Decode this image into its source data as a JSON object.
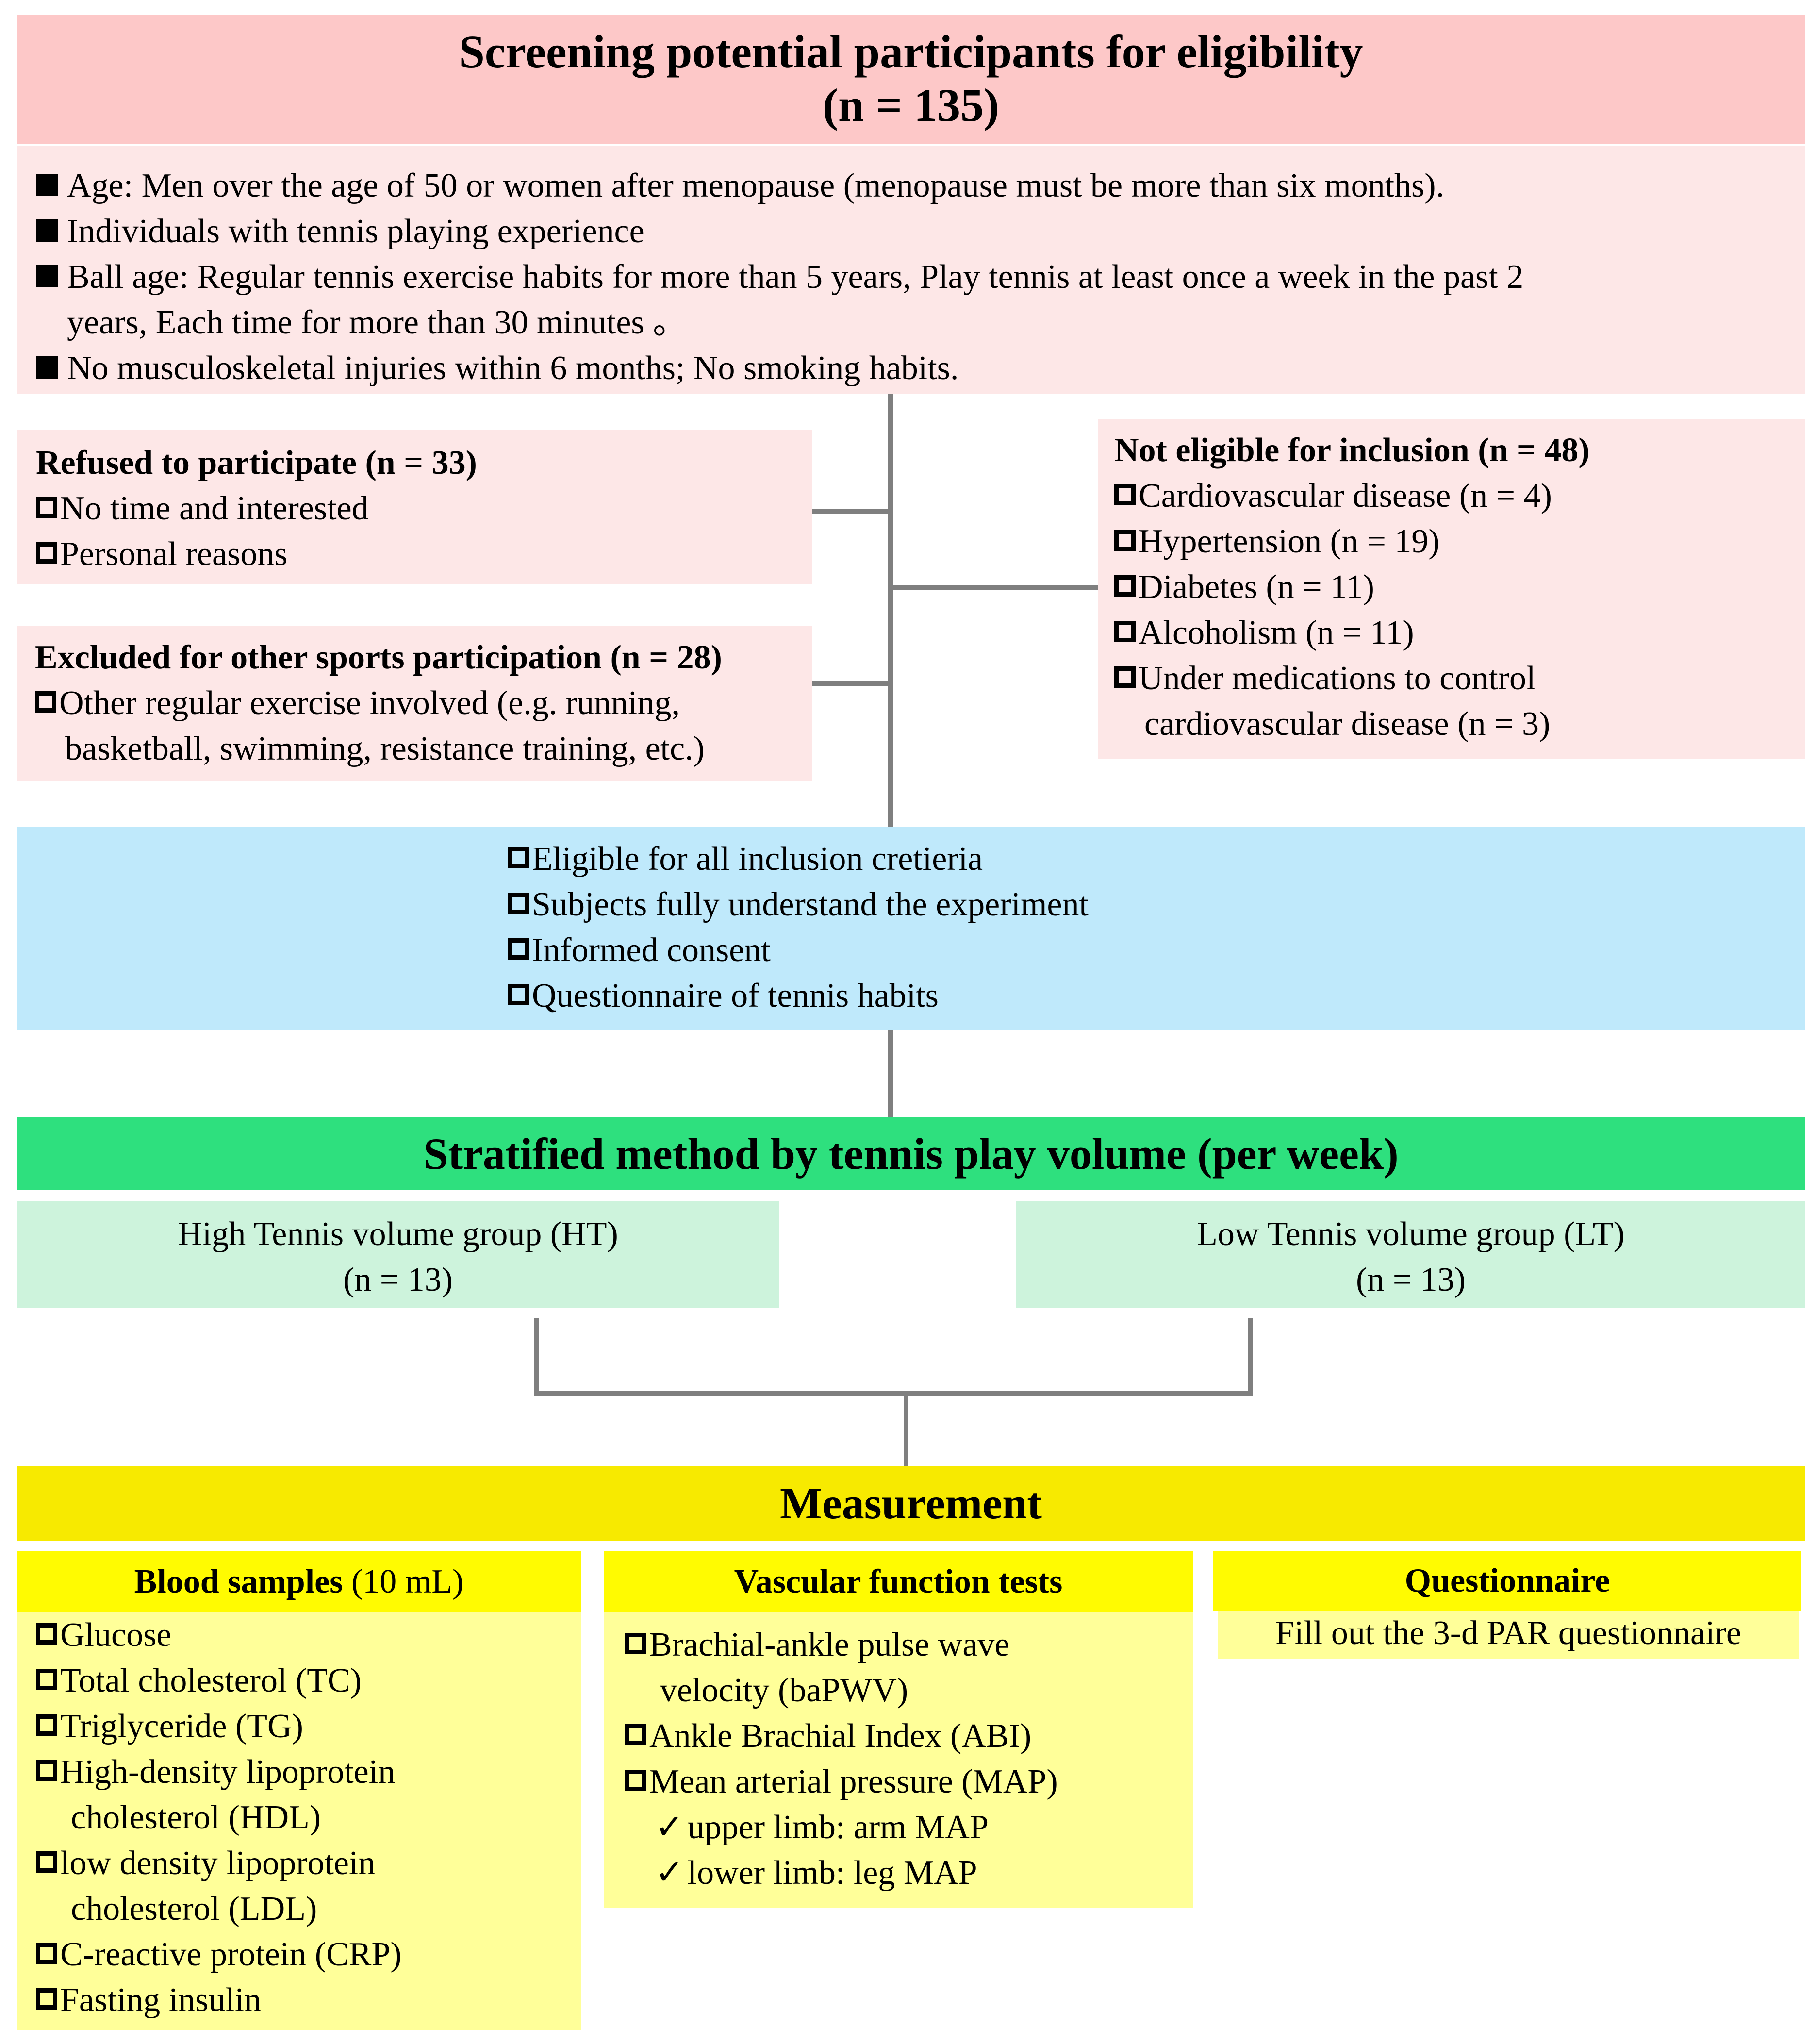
{
  "screening": {
    "title": "Screening potential participants for eligibility",
    "count": "(n = 135)",
    "criteria": [
      {
        "first": "Age: Men over the age of 50 or women after menopause (menopause must be more than six months).",
        "second": ""
      },
      {
        "first": "Individuals with tennis playing experience",
        "second": ""
      },
      {
        "first": "Ball age: Regular tennis exercise habits for more than 5 years, Play tennis at least once a week in the past 2",
        "second": "years, Each time for more than 30 minutes 。"
      },
      {
        "first": "No musculoskeletal injuries within 6 months; No smoking habits.",
        "second": ""
      }
    ]
  },
  "refused": {
    "title": "Refused to participate (n = 33)",
    "items": [
      "No time and interested",
      "Personal reasons"
    ]
  },
  "excluded": {
    "title": "Excluded for other sports participation (n = 28)",
    "item_line1": "Other regular exercise involved (e.g. running,",
    "item_line2": "basketball, swimming, resistance training, etc.)"
  },
  "not_eligible": {
    "title": "Not eligible for inclusion (n = 48)",
    "items": [
      "Cardiovascular disease (n = 4)",
      "Hypertension (n = 19)",
      "Diabetes (n = 11)",
      "Alcoholism (n = 11)"
    ],
    "last_line1": "Under medications to control",
    "last_line2": "cardiovascular disease (n = 3)"
  },
  "eligible": {
    "items": [
      "Eligible for all inclusion cretieria",
      "Subjects fully understand the experiment",
      "Informed consent",
      "Questionnaire of tennis habits"
    ]
  },
  "stratified": {
    "title": "Stratified method by tennis play volume (per week)",
    "high": {
      "name": "High Tennis volume group (HT)",
      "count": "(n = 13)"
    },
    "low": {
      "name": "Low Tennis volume group (LT)",
      "count": "(n = 13)"
    }
  },
  "measurement": {
    "title": "Measurement",
    "blood": {
      "title_bold": "Blood samples",
      "title_rest": " (10 mL)",
      "items": [
        {
          "first": "Glucose",
          "second": ""
        },
        {
          "first": "Total cholesterol (TC)",
          "second": ""
        },
        {
          "first": "Triglyceride (TG)",
          "second": ""
        },
        {
          "first": "High-density lipoprotein",
          "second": "cholesterol (HDL)"
        },
        {
          "first": "low density lipoprotein",
          "second": "cholesterol (LDL)"
        },
        {
          "first": "C-reactive protein (CRP)",
          "second": ""
        },
        {
          "first": "Fasting insulin",
          "second": ""
        }
      ]
    },
    "vascular": {
      "title": "Vascular function tests",
      "items": [
        {
          "first": "Brachial-ankle pulse wave",
          "second": "velocity (baPWV)"
        },
        {
          "first": "Ankle Brachial Index (ABI)",
          "second": ""
        },
        {
          "first": "Mean arterial pressure (MAP)",
          "second": ""
        }
      ],
      "checks": [
        "upper limb: arm MAP",
        "lower limb: leg MAP"
      ],
      "check_glyph": "✓"
    },
    "questionnaire": {
      "title": "Questionnaire",
      "text": "Fill out the 3-d PAR questionnaire"
    }
  }
}
